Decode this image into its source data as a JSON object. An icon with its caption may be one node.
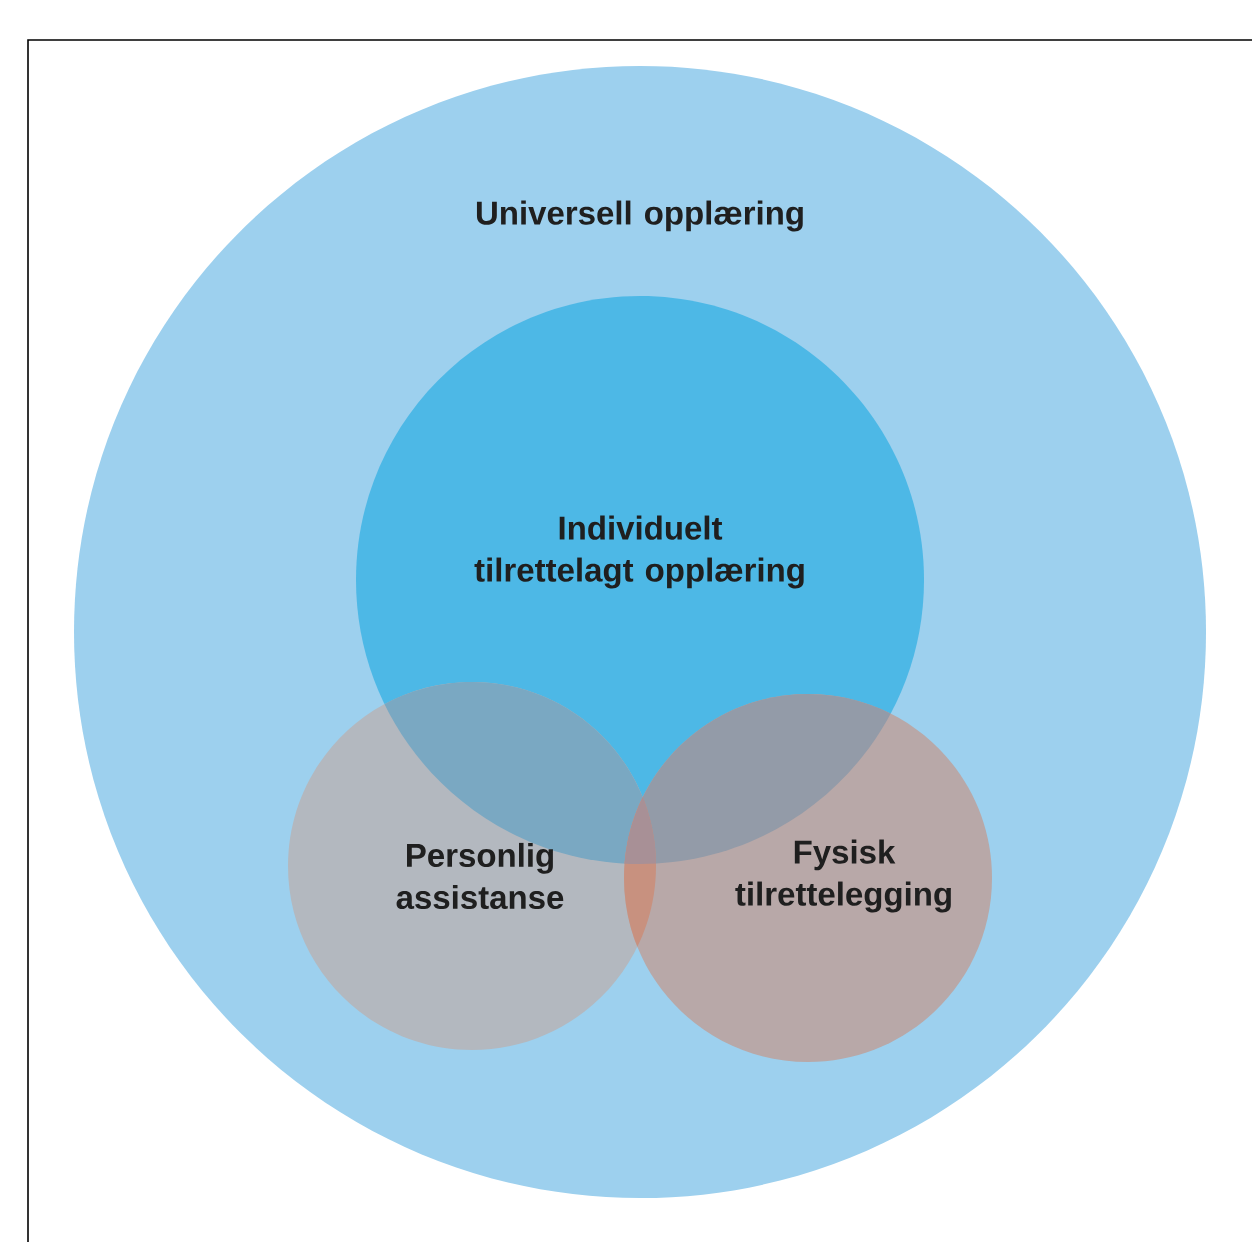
{
  "diagram": {
    "nodes": [
      {
        "text": [
          "Universell opplæring"
        ]
      },
      {
        "text": [
          "Individuelt tilrettelagt opplæring"
        ],
        "in": 0
      },
      {
        "text": [
          "Personlig assistanse"
        ],
        "in": 0
      },
      {
        "text": [
          "Fysisk tilrettelegging"
        ],
        "in": 0
      }
    ]
  }
}
